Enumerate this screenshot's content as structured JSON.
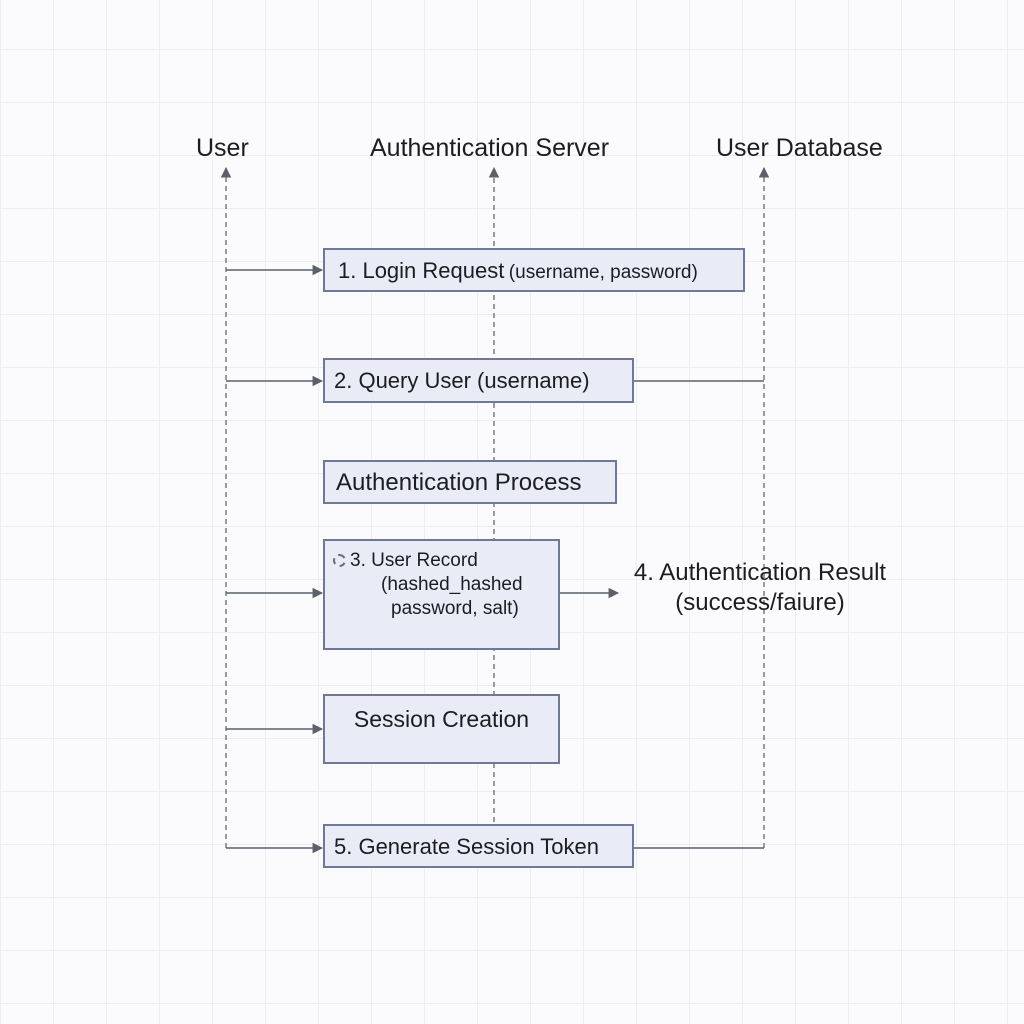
{
  "actors": {
    "user": "User",
    "auth_server": "Authentication Server",
    "user_database": "User Database"
  },
  "steps": {
    "login_request_main": "1. Login Request",
    "login_request_params": "(username, password)",
    "query_user": "2. Query User (username)",
    "auth_process": "Authentication Process",
    "user_record_lines": [
      "3. User Record",
      "(hashed_hashed",
      "password, salt)"
    ],
    "auth_result_lines": [
      "4. Authentication Result",
      "(success/faiure)"
    ],
    "session_creation": "Session Creation",
    "generate_token": "5. Generate Session Token"
  },
  "colors": {
    "box_fill": "#e9ecf6",
    "box_border": "#6f7894",
    "line": "#5d5f6b",
    "grid": "#ececf1"
  }
}
